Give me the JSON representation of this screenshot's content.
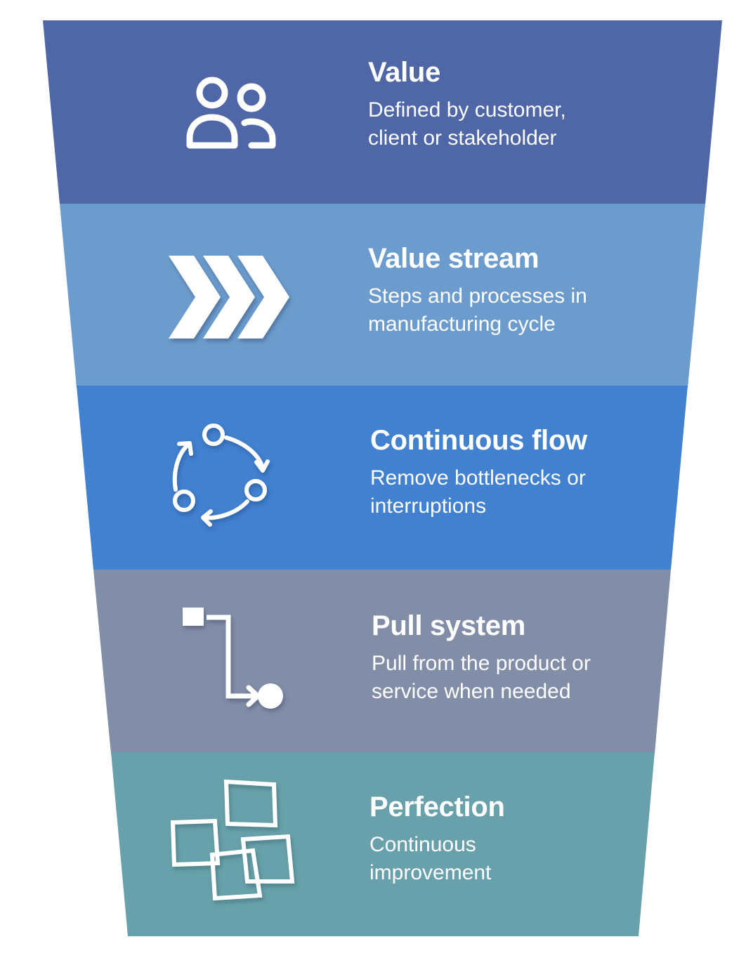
{
  "stages": [
    {
      "title": "Value",
      "description": "Defined by customer, client or stakeholder",
      "icon": "people-icon",
      "color": "#4f67a7"
    },
    {
      "title": "Value stream",
      "description": "Steps and processes in manufacturing cycle",
      "icon": "chevrons-icon",
      "color": "#6c9ccd"
    },
    {
      "title": "Continuous flow",
      "description": "Remove bottlenecks or interruptions",
      "icon": "cycle-icon",
      "color": "#4280d0"
    },
    {
      "title": "Pull system",
      "description": "Pull from the product or service when needed",
      "icon": "pull-path-icon",
      "color": "#828da8"
    },
    {
      "title": "Perfection",
      "description": "Continuous improvement",
      "icon": "sticky-notes-icon",
      "color": "#68a1ab"
    }
  ]
}
